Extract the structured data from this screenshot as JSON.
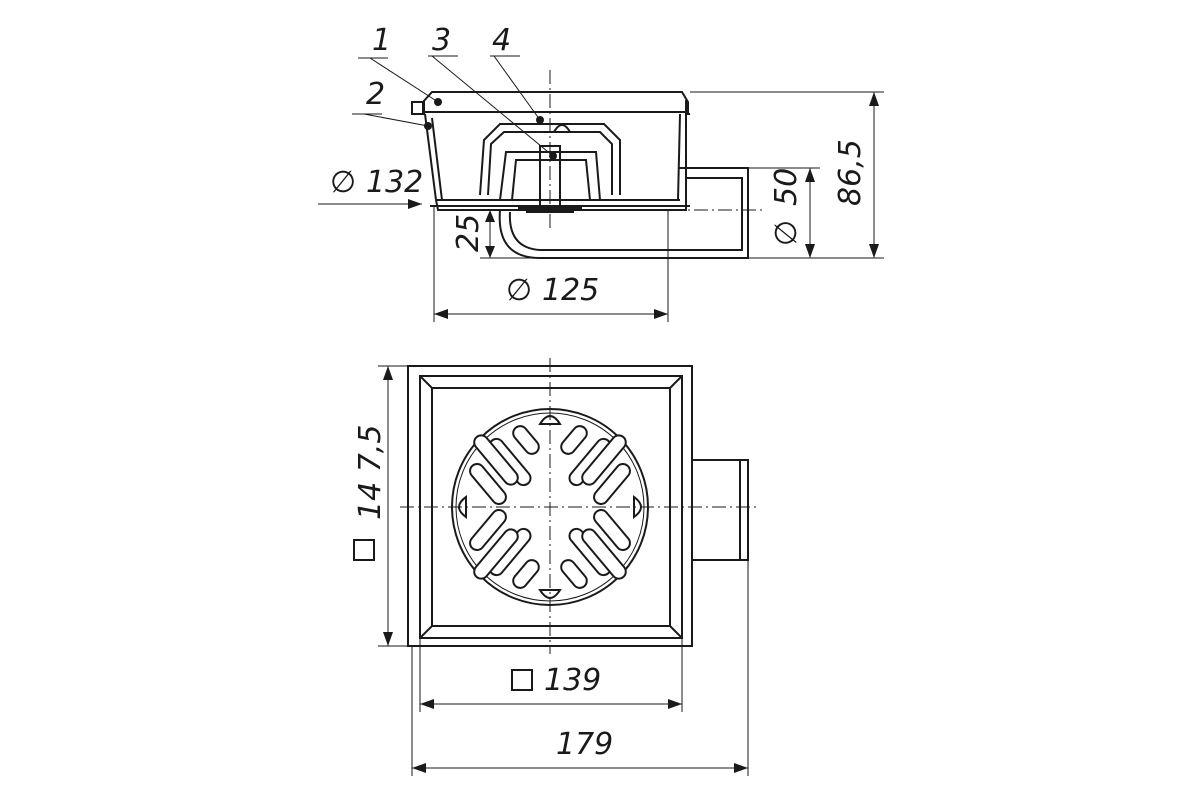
{
  "callouts": [
    "1",
    "2",
    "3",
    "4"
  ],
  "dimensions": {
    "d132": "132",
    "d125": "125",
    "d50": "50",
    "h86": "86,5",
    "h25": "25",
    "sq147": "14 7,5",
    "sq139": "139",
    "w179": "179"
  },
  "symbols": {
    "diameter": "∅"
  }
}
